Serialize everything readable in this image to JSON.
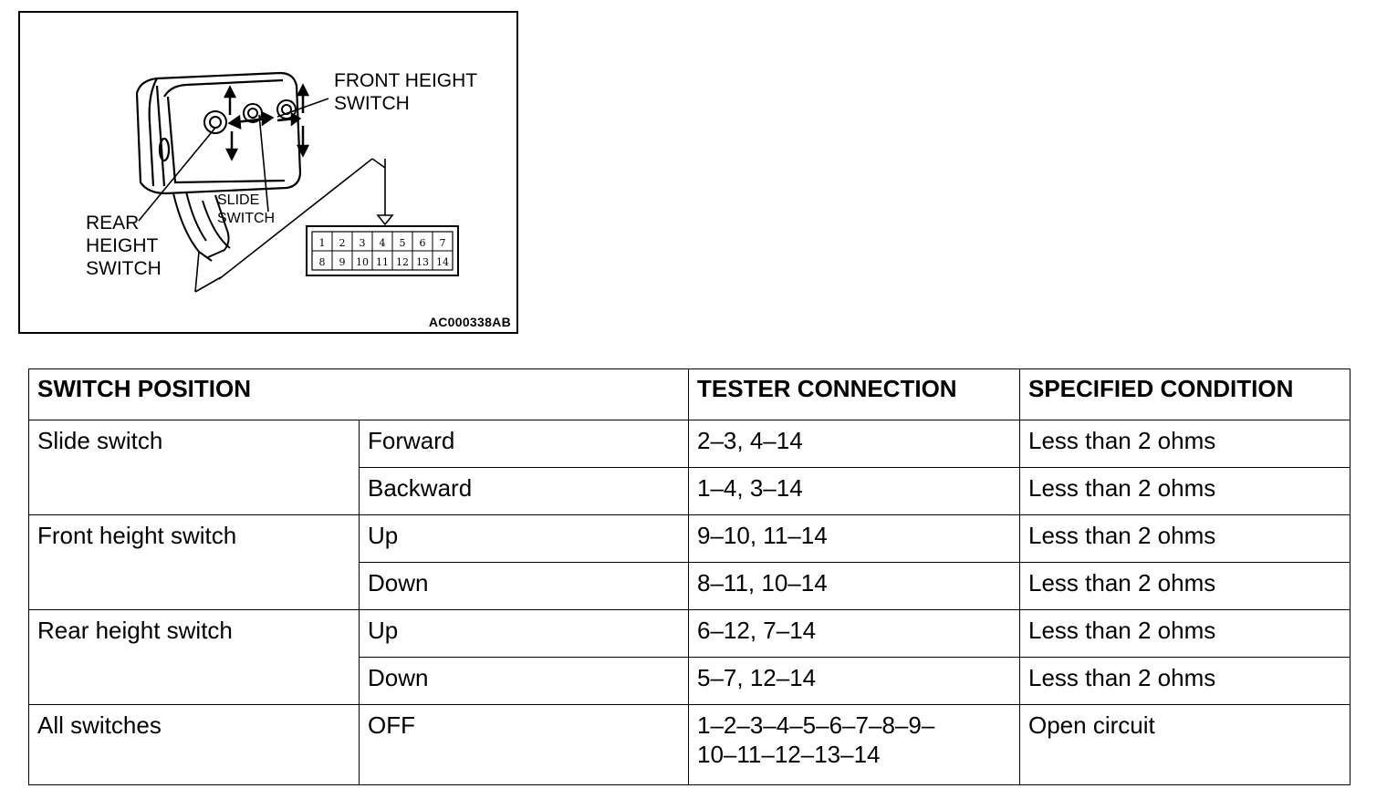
{
  "figure": {
    "callouts": {
      "front_height_switch": "FRONT HEIGHT\nSWITCH",
      "slide_switch": "SLIDE\nSWITCH",
      "rear_height_switch": "REAR\nHEIGHT\nSWITCH"
    },
    "figure_id": "AC000338AB",
    "connector_pins": {
      "top_row": [
        "1",
        "2",
        "3",
        "4",
        "5",
        "6",
        "7"
      ],
      "bottom_row": [
        "8",
        "9",
        "10",
        "11",
        "12",
        "13",
        "14"
      ]
    }
  },
  "table": {
    "headers": {
      "switch_position": "SWITCH POSITION",
      "tester_connection": "TESTER CONNECTION",
      "specified_condition": "SPECIFIED CONDITION"
    },
    "groups": [
      {
        "switch": "Slide switch",
        "rows": [
          {
            "position": "Forward",
            "connection": "2–3, 4–14",
            "condition": "Less than 2 ohms"
          },
          {
            "position": "Backward",
            "connection": "1–4, 3–14",
            "condition": "Less than 2 ohms"
          }
        ]
      },
      {
        "switch": "Front height switch",
        "rows": [
          {
            "position": "Up",
            "connection": "9–10, 11–14",
            "condition": "Less than 2 ohms"
          },
          {
            "position": "Down",
            "connection": "8–11, 10–14",
            "condition": "Less than 2 ohms"
          }
        ]
      },
      {
        "switch": "Rear height switch",
        "rows": [
          {
            "position": "Up",
            "connection": "6–12, 7–14",
            "condition": "Less than 2 ohms"
          },
          {
            "position": "Down",
            "connection": "5–7, 12–14",
            "condition": "Less than 2 ohms"
          }
        ]
      },
      {
        "switch": "All switches",
        "rows": [
          {
            "position": "OFF",
            "connection": "1–2–3–4–5–6–7–8–9–\n10–11–12–13–14",
            "condition": "Open circuit"
          }
        ]
      }
    ]
  }
}
